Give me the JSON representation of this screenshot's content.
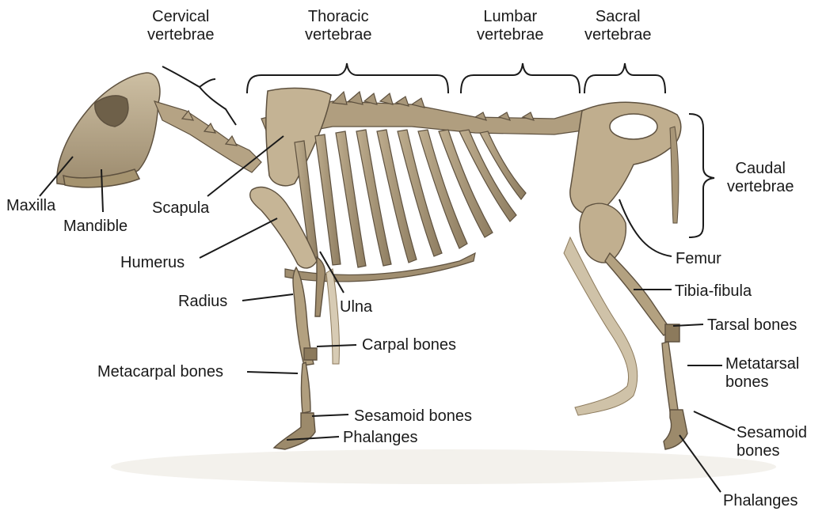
{
  "diagram": {
    "regions": {
      "cervical_1": "Cervical",
      "cervical_2": "vertebrae",
      "thoracic_1": "Thoracic",
      "thoracic_2": "vertebrae",
      "lumbar_1": "Lumbar",
      "lumbar_2": "vertebrae",
      "sacral_1": "Sacral",
      "sacral_2": "vertebrae",
      "caudal_1": "Caudal",
      "caudal_2": "vertebrae"
    },
    "labels": {
      "maxilla": "Maxilla",
      "mandible": "Mandible",
      "scapula": "Scapula",
      "humerus": "Humerus",
      "radius": "Radius",
      "ulna": "Ulna",
      "carpal": "Carpal bones",
      "metacarpal": "Metacarpal bones",
      "sesamoid_fore": "Sesamoid bones",
      "phalanges_fore": "Phalanges",
      "femur": "Femur",
      "tibia_fibula": "Tibia-fibula",
      "tarsal": "Tarsal bones",
      "metatarsal_1": "Metatarsal",
      "metatarsal_2": "bones",
      "sesamoid_hind_1": "Sesamoid",
      "sesamoid_hind_2": "bones",
      "phalanges_hind": "Phalanges"
    },
    "colors": {
      "bone": "#b9a88a",
      "bone_dark": "#7a6a52",
      "bone_shadow": "#5e513f",
      "leader": "#1a1a1a"
    }
  }
}
